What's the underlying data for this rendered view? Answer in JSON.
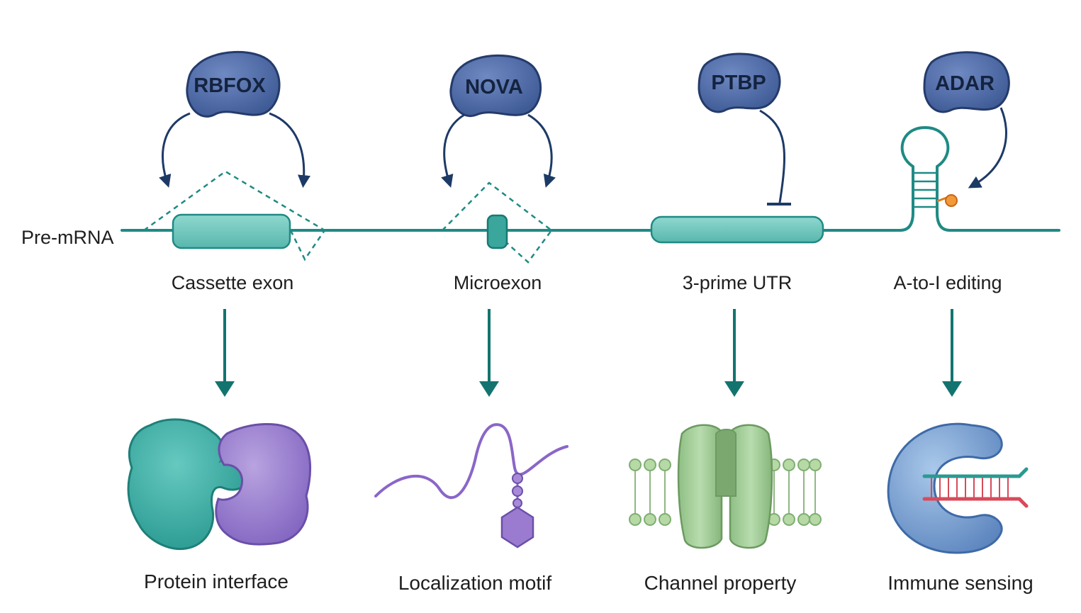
{
  "pre_mrna_label": "Pre-mRNA",
  "regulators": [
    "RBFOX",
    "NOVA",
    "PTBP",
    "ADAR"
  ],
  "events": [
    "Cassette exon",
    "Microexon",
    "3-prime UTR",
    "A-to-I editing"
  ],
  "outcomes": [
    "Protein interface",
    "Localization motif",
    "Channel property",
    "Immune sensing"
  ],
  "icons": {
    "outcome_1": "protein-complex-icon",
    "outcome_2": "peptide-chain-icon",
    "outcome_3": "ion-channel-icon",
    "outcome_4": "dsrna-sensor-icon"
  },
  "colors": {
    "rbp_fill": "#4e6aa6",
    "rbp_stroke": "#243b6b",
    "rna_line": "#1f8a84",
    "exon_fill": "#6cc6bd",
    "arrow_regulator": "#1d3a66",
    "arrow_teal": "#13746f"
  }
}
